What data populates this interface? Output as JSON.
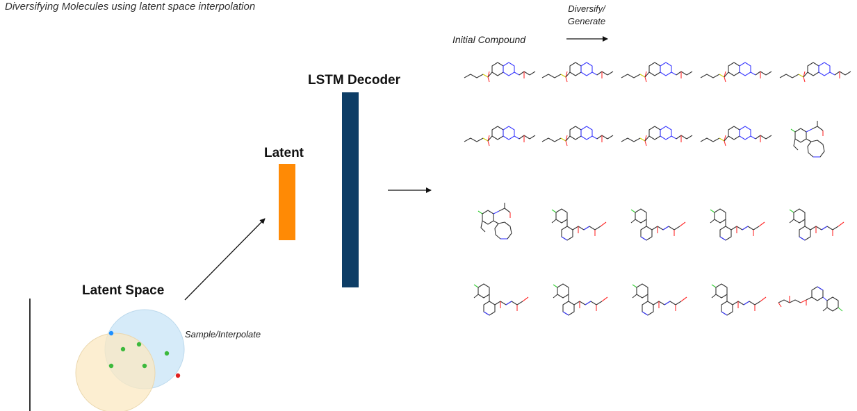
{
  "title": "Diversifying Molecules using latent space interpolation",
  "labels": {
    "diversify": "Diversify/ Generate",
    "initial_compound": "Initial Compound",
    "decoder": "LSTM Decoder",
    "latent": "Latent",
    "latent_space": "Latent Space",
    "sample_interpolate": "Sample/Interpolate"
  },
  "colors": {
    "decoder_bar": "#0d3d66",
    "latent_bar": "#ff8a05",
    "circle_blue": "#cfe8f8",
    "circle_yellow": "#fbe8c2",
    "point_green": "#3cb93c",
    "point_blue": "#1e90ff",
    "point_red": "#e02020",
    "atom_nitrogen": "#3b3bff",
    "atom_oxygen": "#ff2a2a",
    "atom_sulfur": "#cccc00",
    "atom_chlorine": "#33cc33",
    "bond": "#333333"
  },
  "molecule_grid": {
    "rows": [
      [
        "sulfonyl-quinazoline",
        "sulfonyl-quinazoline",
        "sulfonyl-quinazoline",
        "sulfonyl-quinazoline",
        "sulfonyl-quinazoline"
      ],
      [
        "sulfonyl-quinazoline",
        "sulfonyl-quinazoline",
        "sulfonyl-quinazoline",
        "sulfonyl-quinazoline",
        "chlorophenyl-azocine"
      ],
      [
        "chlorophenyl-azocine",
        "pyridinyl-phenyl-amide",
        "pyridinyl-phenyl-amide",
        "pyridinyl-phenyl-amide",
        "pyridinyl-phenyl-amide"
      ],
      [
        "pyridinyl-phenyl-amide",
        "pyridinyl-phenyl-amide",
        "pyridinyl-phenyl-amide",
        "pyridinyl-phenyl-amide",
        "pyridinyl-phenyl-ester"
      ]
    ]
  }
}
